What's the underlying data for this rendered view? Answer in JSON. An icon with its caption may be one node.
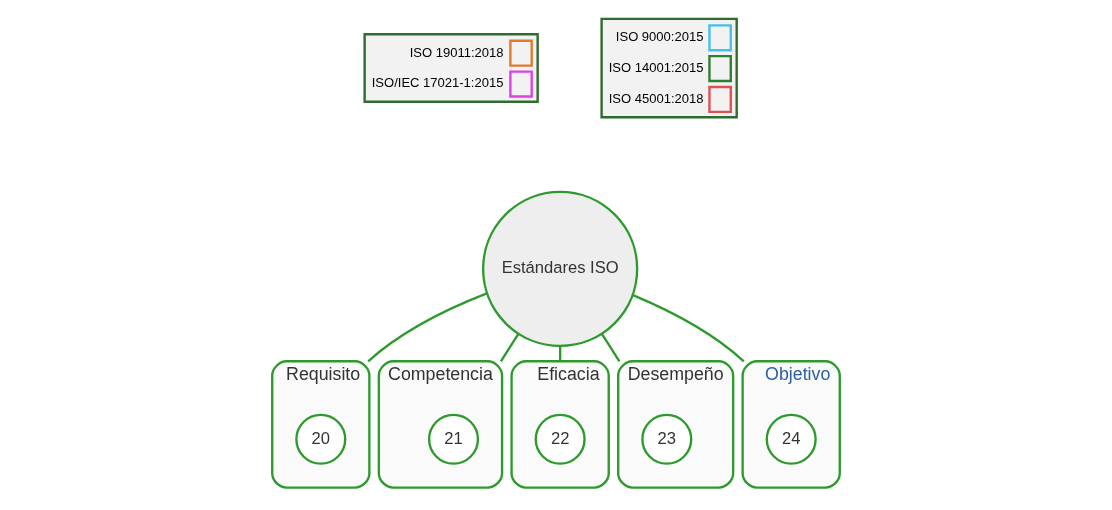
{
  "diagram": {
    "nodes": [
      {
        "text": [
          "Estándares ISO"
        ]
      },
      {
        "text": [
          "Requisito"
        ]
      },
      {
        "text": [
          "20"
        ],
        "in": 1
      },
      {
        "text": [
          "Competencia"
        ]
      },
      {
        "text": [
          "21"
        ],
        "in": 3
      },
      {
        "text": [
          "Eficacia"
        ]
      },
      {
        "text": [
          "22"
        ],
        "in": 5
      },
      {
        "text": [
          "Desempeño"
        ]
      },
      {
        "text": [
          "23"
        ],
        "in": 7
      },
      {
        "text": [
          "Objetivo"
        ]
      },
      {
        "text": [
          "24"
        ],
        "in": 9
      }
    ],
    "edges": [
      {
        "from": 0,
        "to": 1,
        "arrow": "none"
      },
      {
        "from": 0,
        "to": 3,
        "arrow": "none"
      },
      {
        "from": 0,
        "to": 5,
        "arrow": "none"
      },
      {
        "from": 0,
        "to": 7,
        "arrow": "none"
      },
      {
        "from": 0,
        "to": 9,
        "arrow": "none"
      }
    ],
    "legend": [
      {
        "text": "ISO 19011:2018",
        "color": "#e07a2e"
      },
      {
        "text": "ISO/IEC 17021-1:2015",
        "color": "#e040e0"
      },
      {
        "text": "ISO 9000:2015",
        "color": "#40c0f0"
      },
      {
        "text": "ISO 14001:2015",
        "color": "#2e7d32"
      },
      {
        "text": "ISO 45001:2018",
        "color": "#e05050"
      }
    ]
  }
}
